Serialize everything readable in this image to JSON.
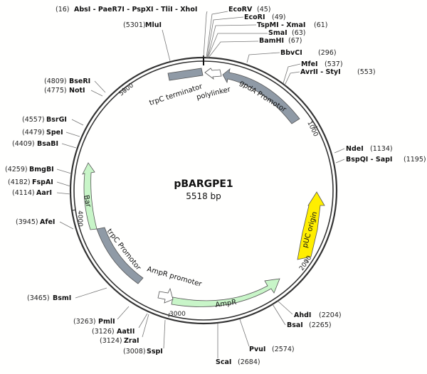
{
  "plasmid": {
    "name": "pBARGPE1",
    "length_label": "5518 bp"
  },
  "tick_labels": [
    "1000",
    "2000",
    "3000",
    "4000",
    "5000"
  ],
  "features": [
    {
      "label": "polylinker",
      "color": "#8f9aa6"
    },
    {
      "label": "gpdA Promotor",
      "color": "#8f9aa6"
    },
    {
      "label": "pUC origin",
      "color": "#ffee00"
    },
    {
      "label": "AmpR",
      "color": "#c8f5c8"
    },
    {
      "label": "AmpR promoter",
      "color": "#ffffff"
    },
    {
      "label": "trpC Promotor",
      "color": "#8f9aa6"
    },
    {
      "label": "Bar",
      "color": "#c8f5c8"
    },
    {
      "label": "trpC terminator",
      "color": "#8f9aa6"
    }
  ],
  "sites": [
    {
      "name": "AbsI - PaeR7I - PspXI - TliI - XhoI",
      "pos": "(16)",
      "side": "left"
    },
    {
      "name": "MluI",
      "pos": "(5301)",
      "side": "left"
    },
    {
      "name": "EcoRV",
      "pos": "(45)",
      "side": "right"
    },
    {
      "name": "EcoRI",
      "pos": "(49)",
      "side": "right"
    },
    {
      "name": "TspMI - XmaI",
      "pos": "(61)",
      "side": "right"
    },
    {
      "name": "SmaI",
      "pos": "(63)",
      "side": "right"
    },
    {
      "name": "BamHI",
      "pos": "(67)",
      "side": "right"
    },
    {
      "name": "BbvCI",
      "pos": "(296)",
      "side": "right"
    },
    {
      "name": "MfeI",
      "pos": "(537)",
      "side": "right"
    },
    {
      "name": "AvrII - StyI",
      "pos": "(553)",
      "side": "right"
    },
    {
      "name": "NdeI",
      "pos": "(1134)",
      "side": "right"
    },
    {
      "name": "BspQI - SapI",
      "pos": "(1195)",
      "side": "right"
    },
    {
      "name": "AhdI",
      "pos": "(2204)",
      "side": "right"
    },
    {
      "name": "BsaI",
      "pos": "(2265)",
      "side": "right"
    },
    {
      "name": "PvuI",
      "pos": "(2574)",
      "side": "right"
    },
    {
      "name": "ScaI",
      "pos": "(2684)",
      "side": "right"
    },
    {
      "name": "SspI",
      "pos": "(3008)",
      "side": "left"
    },
    {
      "name": "ZraI",
      "pos": "(3124)",
      "side": "left"
    },
    {
      "name": "AatII",
      "pos": "(3126)",
      "side": "left"
    },
    {
      "name": "PmlI",
      "pos": "(3263)",
      "side": "left"
    },
    {
      "name": "BsmI",
      "pos": "(3465)",
      "side": "left"
    },
    {
      "name": "AfeI",
      "pos": "(3945)",
      "side": "left"
    },
    {
      "name": "AarI",
      "pos": "(4114)",
      "side": "left"
    },
    {
      "name": "FspAI",
      "pos": "(4182)",
      "side": "left"
    },
    {
      "name": "BmgBI",
      "pos": "(4259)",
      "side": "left"
    },
    {
      "name": "BsaBI",
      "pos": "(4409)",
      "side": "left"
    },
    {
      "name": "SpeI",
      "pos": "(4479)",
      "side": "left"
    },
    {
      "name": "BsrGI",
      "pos": "(4557)",
      "side": "left"
    },
    {
      "name": "NotI",
      "pos": "(4775)",
      "side": "left"
    },
    {
      "name": "BseRI",
      "pos": "(4809)",
      "side": "left"
    }
  ]
}
